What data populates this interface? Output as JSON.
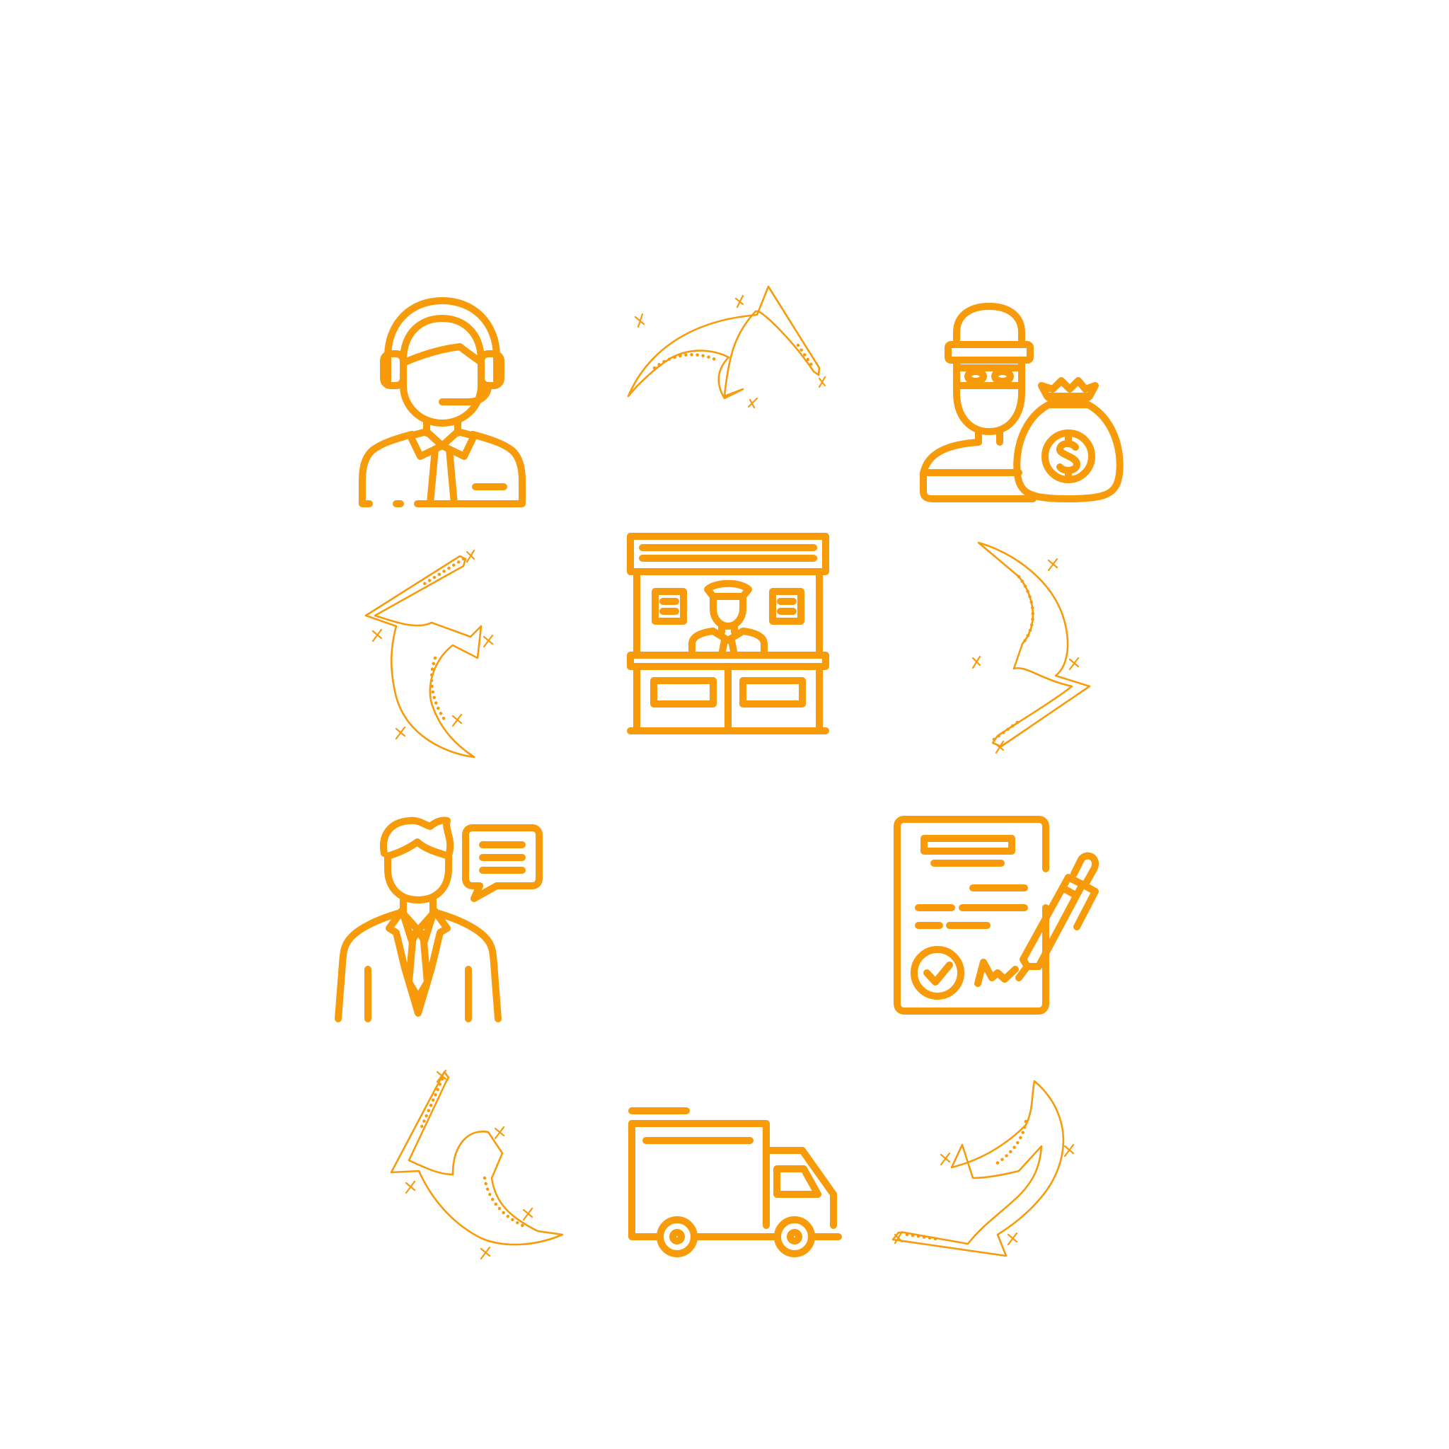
{
  "colors": {
    "accent": "#F79B0B",
    "background": "#FFFFFF"
  },
  "nodes": [
    {
      "id": "customer-support",
      "icon": "headset-agent-icon"
    },
    {
      "id": "thief",
      "icon": "robber-with-money-bag-icon"
    },
    {
      "id": "contract",
      "icon": "signed-contract-icon"
    },
    {
      "id": "delivery",
      "icon": "delivery-truck-icon"
    },
    {
      "id": "consultant",
      "icon": "businessman-speech-icon"
    },
    {
      "id": "center",
      "icon": "security-booth-guard-icon"
    }
  ],
  "arrows": [
    {
      "from": "customer-support",
      "to": "thief"
    },
    {
      "from": "thief",
      "to": "contract"
    },
    {
      "from": "contract",
      "to": "delivery"
    },
    {
      "from": "delivery",
      "to": "consultant"
    },
    {
      "from": "consultant",
      "to": "customer-support"
    }
  ]
}
